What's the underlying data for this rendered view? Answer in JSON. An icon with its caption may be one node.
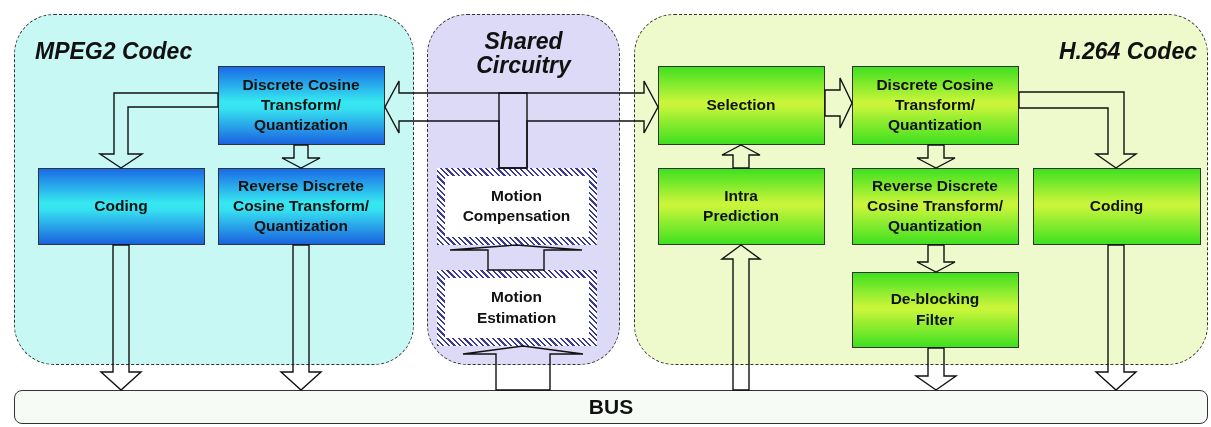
{
  "diagram": {
    "nodes": [
      {
        "text": [
          "MPEG2 Codec"
        ]
      },
      {
        "text": [
          "Discrete Cosine Transform/ Quantization"
        ],
        "in": 0
      },
      {
        "text": [
          "Coding"
        ],
        "in": 0
      },
      {
        "text": [
          "Reverse Discrete Cosine Transform/ Quantization"
        ],
        "in": 0
      },
      {
        "text": [
          "Shared Circuitry"
        ]
      },
      {
        "text": [
          "Motion Compensation"
        ],
        "in": 4
      },
      {
        "text": [
          "Motion Estimation"
        ],
        "in": 4
      },
      {
        "text": [
          "H.264 Codec"
        ]
      },
      {
        "text": [
          "Selection"
        ],
        "in": 7
      },
      {
        "text": [
          "Discrete Cosine Transform/ Quantization"
        ],
        "in": 7
      },
      {
        "text": [
          "Intra Prediction"
        ],
        "in": 7
      },
      {
        "text": [
          "Reverse Discrete Cosine Transform/ Quantization"
        ],
        "in": 7
      },
      {
        "text": [
          "Coding"
        ],
        "in": 7
      },
      {
        "text": [
          "De-blocking Filter"
        ],
        "in": 7
      },
      {
        "text": [
          "BUS"
        ]
      }
    ],
    "edges": [
      {
        "from": 1,
        "to": 2,
        "arrow": "to"
      },
      {
        "from": 1,
        "to": 3,
        "arrow": "to"
      },
      {
        "from": 2,
        "to": 14,
        "arrow": "to"
      },
      {
        "from": 3,
        "to": 14,
        "arrow": "to"
      },
      {
        "from": 5,
        "to": 1,
        "arrow": "to"
      },
      {
        "from": 5,
        "to": 8,
        "arrow": "to"
      },
      {
        "from": 6,
        "to": 5,
        "arrow": "to"
      },
      {
        "from": 14,
        "to": 6,
        "arrow": "to"
      },
      {
        "from": 8,
        "to": 9,
        "arrow": "to"
      },
      {
        "from": 10,
        "to": 8,
        "arrow": "to"
      },
      {
        "from": 14,
        "to": 10,
        "arrow": "to"
      },
      {
        "from": 9,
        "to": 11,
        "arrow": "to"
      },
      {
        "from": 9,
        "to": 12,
        "arrow": "to"
      },
      {
        "from": 11,
        "to": 13,
        "arrow": "to"
      },
      {
        "from": 13,
        "to": 14,
        "arrow": "to"
      },
      {
        "from": 12,
        "to": 14,
        "arrow": "to"
      }
    ]
  }
}
